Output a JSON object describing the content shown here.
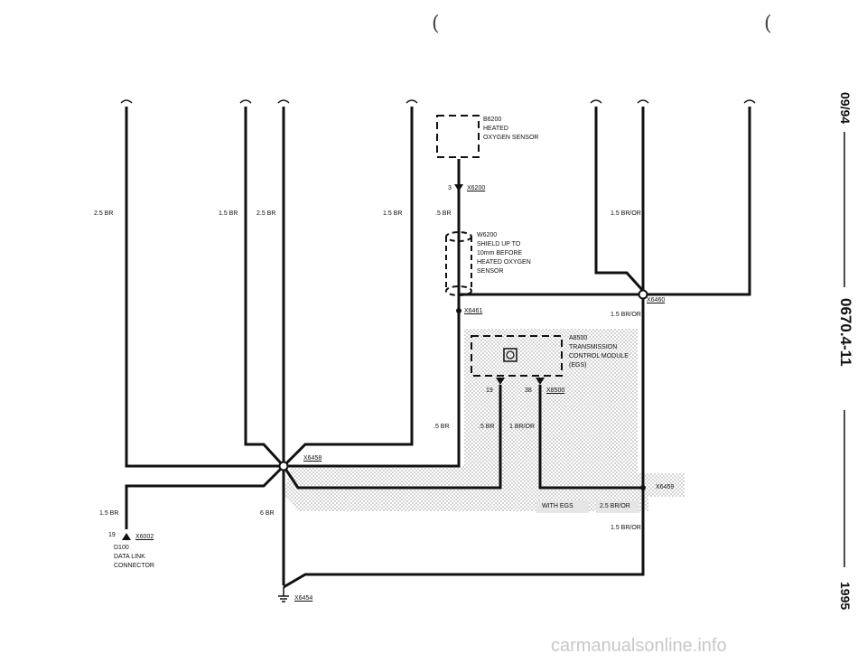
{
  "components": {
    "b6200": {
      "id": "B6200",
      "line1": "HEATED",
      "line2": "OXYGEN SENSOR"
    },
    "w6200": {
      "id": "W6200",
      "line1": "SHIELD UP TO",
      "line2": "10mm BEFORE",
      "line3": "HEATED OXYGEN",
      "line4": "SENSOR"
    },
    "a8500": {
      "id": "A8500",
      "line1": "TRANSMISSION",
      "line2": "CONTROL MODULE",
      "line3": "(EGS)"
    },
    "d100": {
      "id": "D100",
      "line1": "DATA LINK",
      "line2": "CONNECTOR"
    }
  },
  "connectors": {
    "x6200": "X6200",
    "x6460": "X6460",
    "x6461": "X6461",
    "x8500": "X8500",
    "x6458": "X6458",
    "x6459": "X6459",
    "x6002": "X6002",
    "x6454": "X6454"
  },
  "pins": {
    "p3": "3",
    "p19": "19",
    "p38": "38",
    "p19b": "19"
  },
  "wires": {
    "w1": "2.5 BR",
    "w2": "1.5 BR",
    "w3": "2.5 BR",
    "w4": "1.5 BR",
    "w5": ".5 BR",
    "w6": "1.5 BR/OR",
    "w7": "1.5 BR/OR",
    "w8": ".5 BR",
    "w9": ".5 BR",
    "w10": "1 BR/OR",
    "w11": "1.5 BR",
    "w12": "6 BR",
    "w13": "2.5 BR/OR",
    "w14": "1.5 BR/OR"
  },
  "option_label": "WITH EGS",
  "side_text": {
    "date": "09/94",
    "page": "0670.4-11",
    "year": "1995"
  },
  "footer": "carmanualsonline.info"
}
